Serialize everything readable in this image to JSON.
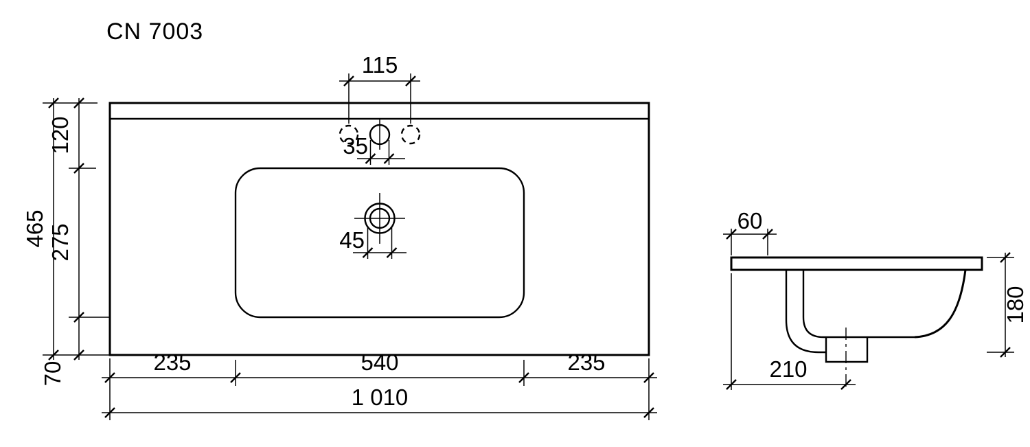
{
  "title": "CN 7003",
  "colors": {
    "line": "#000000",
    "background": "#ffffff"
  },
  "plan_view": {
    "dims": {
      "faucet_holes_spacing": "115",
      "faucet_hole": "35",
      "drain_hole": "45",
      "back_edge_to_bowl": "120",
      "overall_depth": "465",
      "bowl_depth": "275",
      "bowl_to_front_edge": "70",
      "left_to_bowl": "235",
      "bowl_width": "540",
      "bowl_to_right": "235",
      "overall_width": "1 010"
    }
  },
  "side_view": {
    "dims": {
      "back_ledge_width": "60",
      "overall_height": "180",
      "drain_center_offset": "210"
    }
  }
}
